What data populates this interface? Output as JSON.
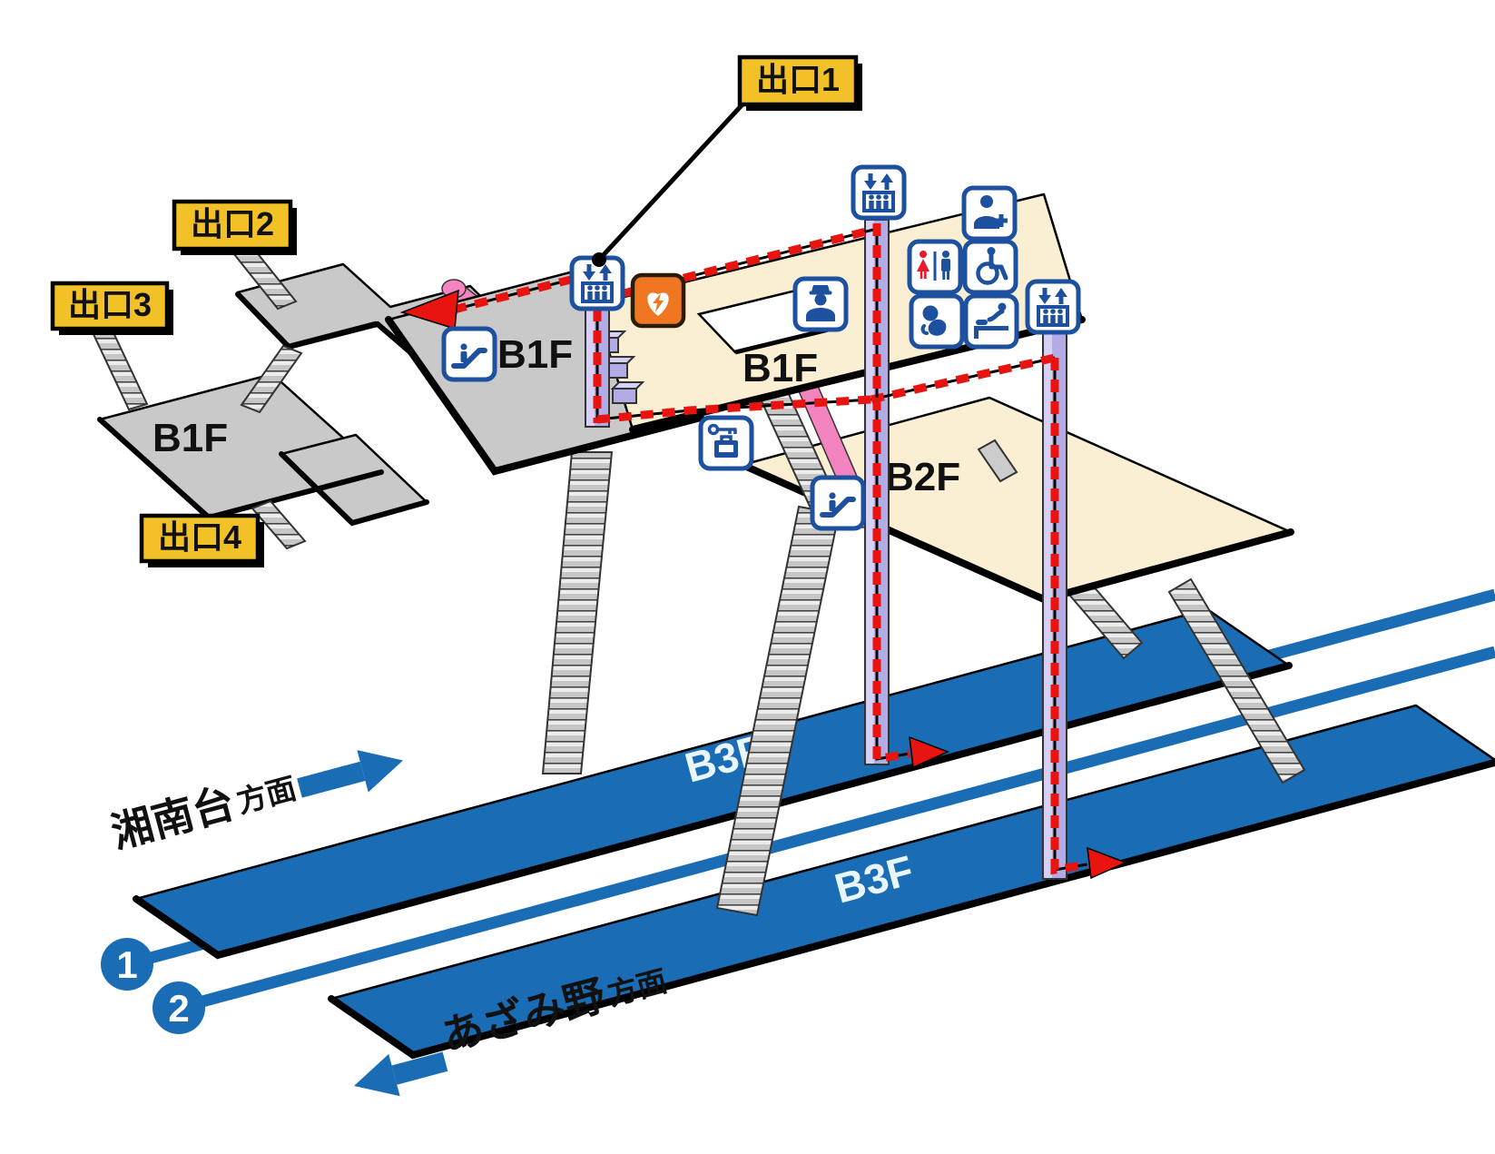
{
  "map": {
    "exits": {
      "exit1": "出口1",
      "exit2": "出口2",
      "exit3": "出口3",
      "exit4": "出口4"
    },
    "floor_labels": {
      "b1f": "B1F",
      "b2f": "B2F",
      "b3f": "B3F"
    },
    "platform_numbers": {
      "p1": "1",
      "p2": "2"
    },
    "directions": {
      "shonandai": {
        "name": "湘南台",
        "suffix": "方面"
      },
      "azamino": {
        "name": "あざみ野",
        "suffix": "方面"
      }
    },
    "icons": {
      "elevator": "elevator-icon",
      "escalator": "escalator-icon",
      "aed": "aed-icon",
      "restroom": "restroom-icon",
      "wheelchair_restroom": "wheelchair-accessible-icon",
      "baby_room": "baby-care-room-icon",
      "baby_changing": "diaper-changing-icon",
      "first_aid": "first-aid-icon",
      "station_office": "station-staff-icon",
      "coin_locker": "coin-locker-icon"
    },
    "colors": {
      "exit_label_yellow": "#f2c127",
      "platform_blue": "#1a6cb5",
      "icon_blue": "#1d509e",
      "route_red": "#e8140f",
      "floor_cream": "#faeed3",
      "floor_gray": "#c9c9c9",
      "elevator_shaft_purple": "#b3abe6",
      "escalator_pink": "#f484c0",
      "aed_orange": "#ef7721",
      "restroom_female_red": "#e8192c"
    }
  }
}
